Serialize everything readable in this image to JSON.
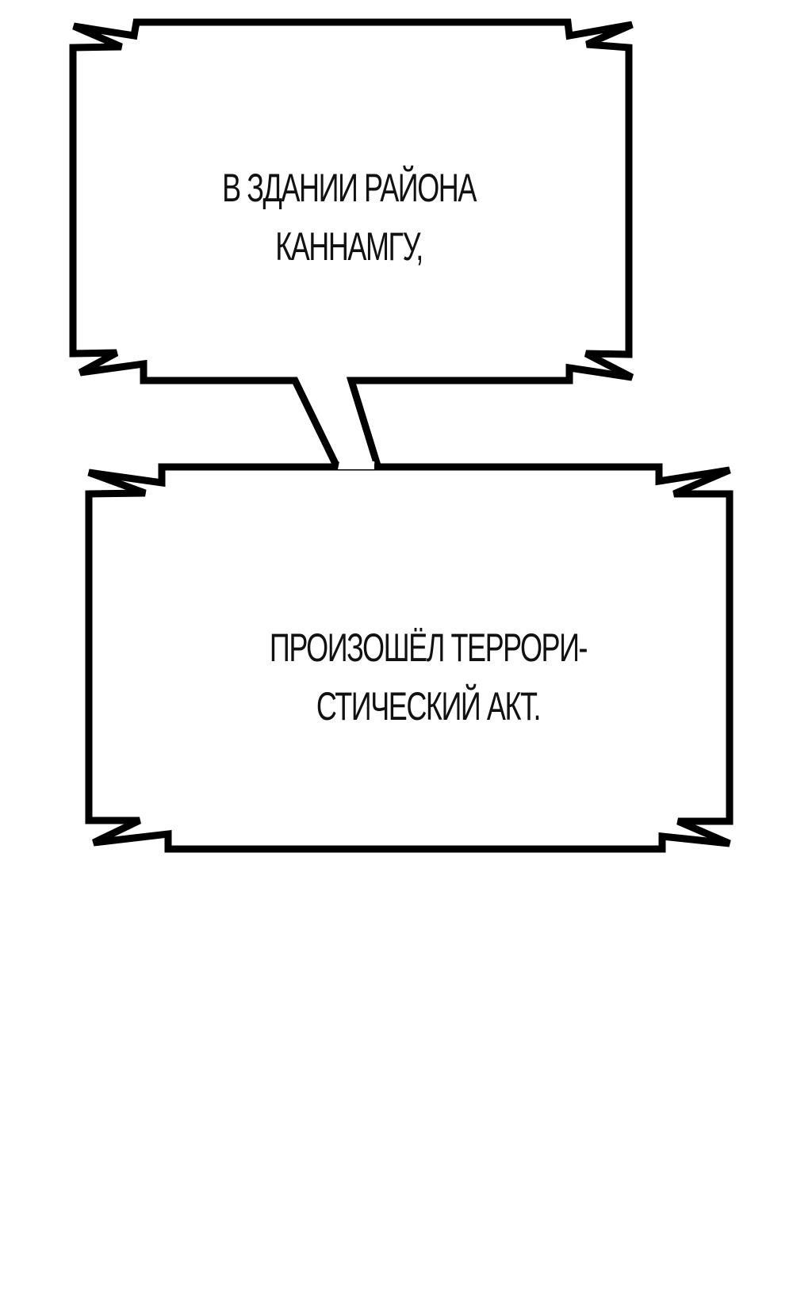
{
  "bubbles": [
    {
      "lines": [
        "В ЗДАНИИ РАЙОНА",
        "КАННАМГУ,"
      ]
    },
    {
      "lines": [
        "ПРОИЗОШЁЛ ТЕРРОРИ-",
        "СТИЧЕСКИЙ АКТ."
      ]
    }
  ],
  "colors": {
    "background": "#ffffff",
    "outline": "#000000",
    "fill": "#ffffff",
    "text": "#111111"
  }
}
